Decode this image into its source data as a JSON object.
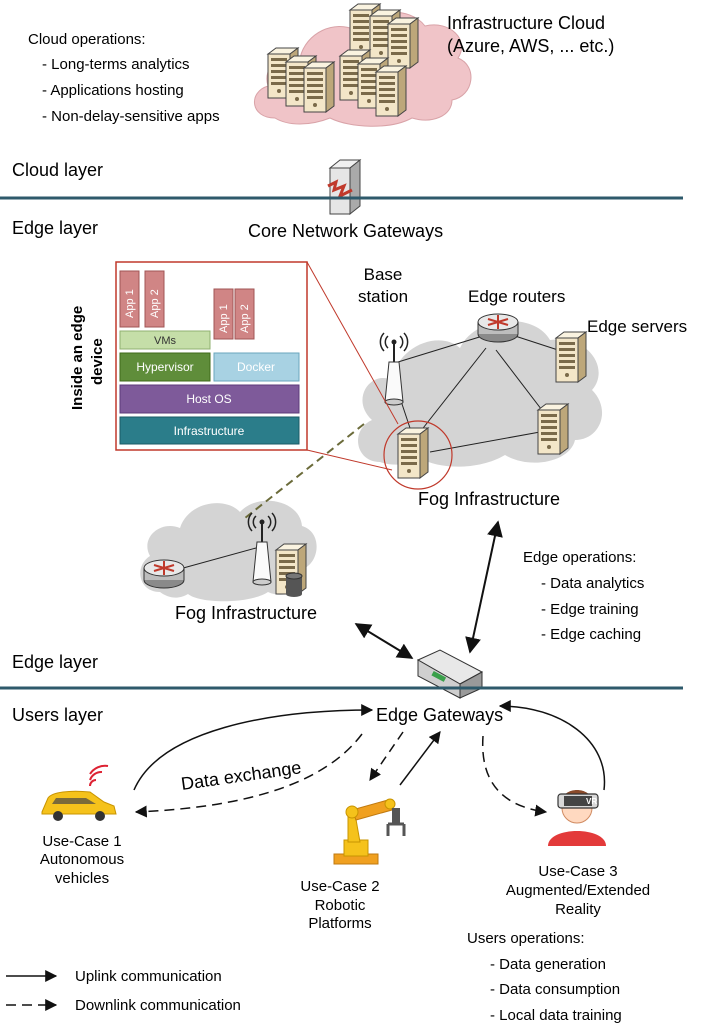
{
  "colors": {
    "layer_line": "#2e5a6b",
    "cloud_pink": "#f0c4c8",
    "cloud_grey": "#d4d4d4",
    "server_body": "#f3e6c8",
    "hypervisor": "#5f8d3a",
    "docker": "#a8d2e3",
    "vms": "#c5dea8",
    "host_os": "#7e5a9a",
    "infrastructure": "#2b7d8a",
    "app": "#d08585",
    "zoom_frame": "#c0392b"
  },
  "cloud": {
    "operations_title": "Cloud operations:",
    "operations": [
      "- Long-terms analytics",
      "- Applications hosting",
      "- Non-delay-sensitive apps"
    ],
    "title_line1": "Infrastructure Cloud",
    "title_line2": "(Azure, AWS, ... etc.)"
  },
  "layers": {
    "cloud": "Cloud layer",
    "edge_top": "Edge layer",
    "edge_bottom": "Edge layer",
    "users": "Users layer"
  },
  "core_gateways": "Core Network Gateways",
  "edge_device": {
    "title_line1": "Inside an edge",
    "title_line2": "device",
    "app1": "App 1",
    "app2": "App 2",
    "vms": "VMs",
    "hypervisor": "Hypervisor",
    "docker": "Docker",
    "host_os": "Host OS",
    "infrastructure": "Infrastructure"
  },
  "edge_network": {
    "base_station_line1": "Base",
    "base_station_line2": "station",
    "edge_routers": "Edge routers",
    "edge_servers": "Edge servers",
    "fog_main": "Fog Infrastructure",
    "fog_small": "Fog Infrastructure"
  },
  "edge_ops": {
    "title": "Edge operations:",
    "items": [
      "- Data analytics",
      "- Edge training",
      "- Edge caching"
    ]
  },
  "edge_gateways": "Edge Gateways",
  "data_exchange": "Data exchange",
  "use_cases": {
    "uc1": [
      "Use-Case 1",
      "Autonomous",
      "vehicles"
    ],
    "uc2": [
      "Use-Case 2",
      "Robotic",
      "Platforms"
    ],
    "uc3": [
      "Use-Case 3",
      "Augmented/Extended",
      "Reality"
    ],
    "vr_label": "VR"
  },
  "users_ops": {
    "title": "Users operations:",
    "items": [
      "- Data generation",
      "- Data consumption",
      "- Local data training"
    ]
  },
  "legend": {
    "uplink": "Uplink communication",
    "downlink": "Downlink communication"
  }
}
